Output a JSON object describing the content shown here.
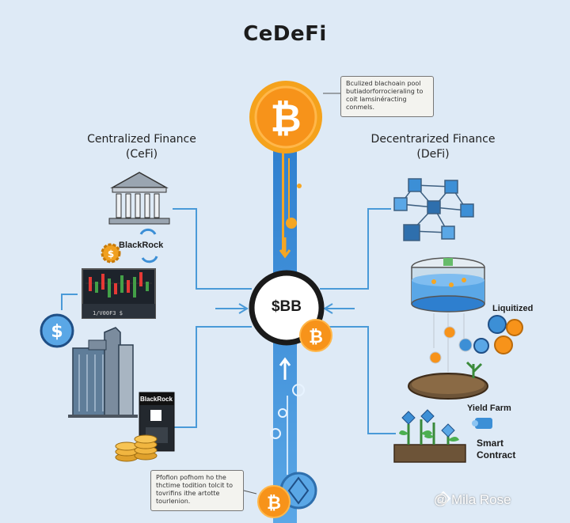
{
  "title": "CeDeFi",
  "cefi": {
    "title": "Centralized Finance\n(CeFi)",
    "logo_text": "BlackRock",
    "sign_text": "BlackRock",
    "ticker_text": "1/V00F3 $"
  },
  "defi": {
    "title": "Decentrarized Finance\n(DeFi)",
    "liquidity_label": "Liquitized",
    "yield_label": "Yield Farm",
    "smart_contract_label": "Smart\nContract"
  },
  "top_note": "Bculized blachoain pool butiadorforrocieraling to coit lamsinéracting conmels.",
  "bottom_note": "Pfofion pofhom ho the thctime todition tolcit to tovrifins ithe artotte tourlenion.",
  "hub_label": "$BB",
  "watermark": "@ Mila Rose",
  "colors": {
    "bitcoin": "#f7931a",
    "stream": "#3c8fd6",
    "line": "#4a9ad8",
    "background": "#deeaf6"
  }
}
